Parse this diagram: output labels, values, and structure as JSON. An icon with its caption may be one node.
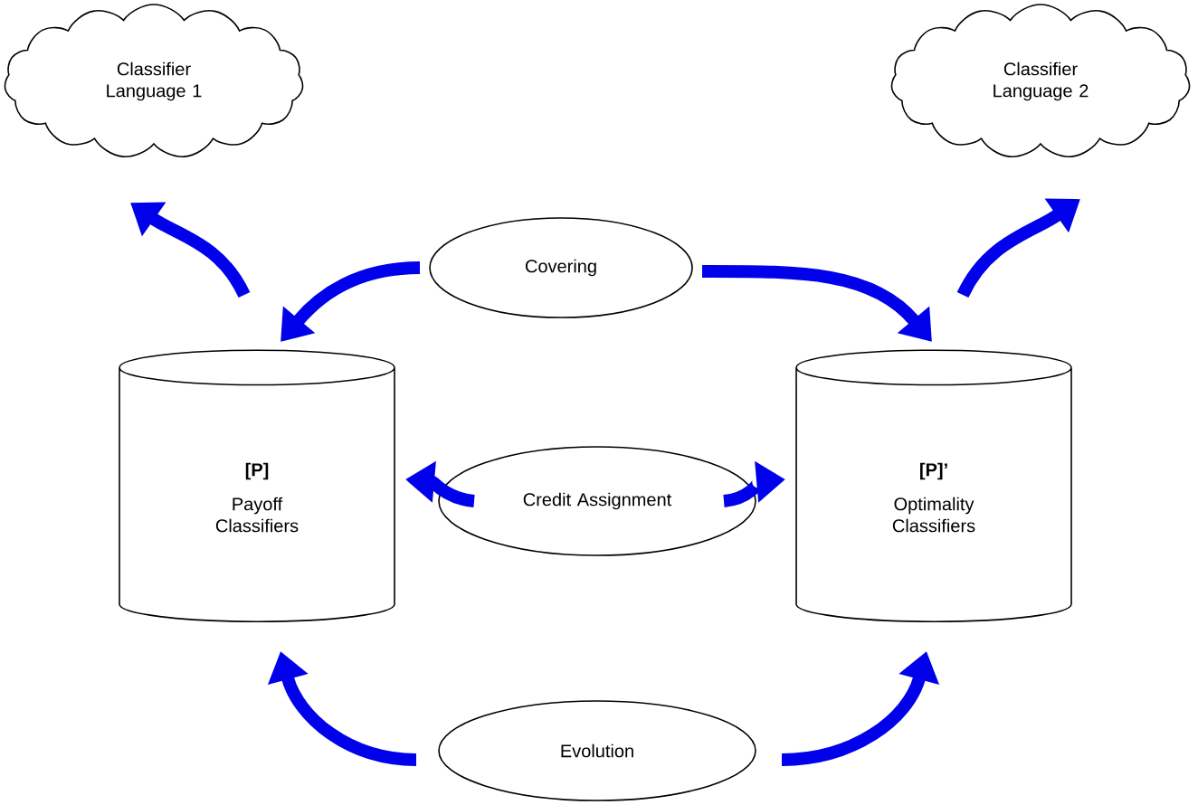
{
  "diagram": {
    "nodes": [
      {
        "text": [
          "Classifier Language 1"
        ]
      },
      {
        "text": [
          "Classifier Language 2"
        ]
      },
      {
        "text": [
          "Covering"
        ]
      },
      {
        "text": [
          "[P]",
          "Payoff Classifiers"
        ]
      },
      {
        "text": [
          "Credit Assignment"
        ]
      },
      {
        "text": [
          "[P]’",
          "Optimality Classifiers"
        ]
      },
      {
        "text": [
          "Evolution"
        ]
      }
    ],
    "edges": [
      {
        "from": 3,
        "to": 0,
        "arrow": "to"
      },
      {
        "from": 2,
        "to": 3,
        "arrow": "to"
      },
      {
        "from": 2,
        "to": 5,
        "arrow": "to"
      },
      {
        "from": 5,
        "to": 1,
        "arrow": "to"
      },
      {
        "from": 4,
        "to": 3,
        "arrow": "to"
      },
      {
        "from": 4,
        "to": 5,
        "arrow": "to"
      },
      {
        "from": 6,
        "to": 3,
        "arrow": "to"
      },
      {
        "from": 6,
        "to": 5,
        "arrow": "to"
      }
    ]
  }
}
